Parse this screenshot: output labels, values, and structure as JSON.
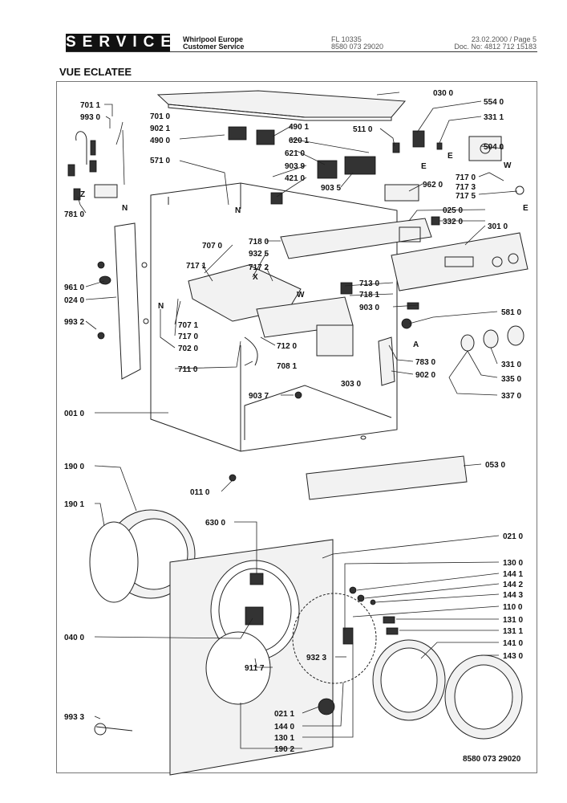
{
  "header": {
    "service": "SERVICE",
    "company_line1": "Whirlpool Europe",
    "company_line2": "Customer Service",
    "model": "FL 10335",
    "model_code": "8580 073 29020",
    "date_page": "23.02.2000 / Page 5",
    "doc_no": "Doc. No: 4812 712 15183"
  },
  "title": "VUE ECLATEE",
  "footer_doc": "8580 073 29020",
  "labels": [
    {
      "id": "701-1",
      "text": "701  1"
    },
    {
      "id": "993-0",
      "text": "993  0"
    },
    {
      "id": "701-0",
      "text": "701  0"
    },
    {
      "id": "902-1",
      "text": "902  1"
    },
    {
      "id": "490-0",
      "text": "490  0"
    },
    {
      "id": "490-1",
      "text": "490  1"
    },
    {
      "id": "620-1",
      "text": "620  1"
    },
    {
      "id": "621-0",
      "text": "621  0"
    },
    {
      "id": "571-0",
      "text": "571  0"
    },
    {
      "id": "903-9",
      "text": "903  9"
    },
    {
      "id": "421-0",
      "text": "421  0"
    },
    {
      "id": "903-5",
      "text": "903  5"
    },
    {
      "id": "030-0",
      "text": "030  0"
    },
    {
      "id": "554-0",
      "text": "554  0"
    },
    {
      "id": "511-0",
      "text": "511  0"
    },
    {
      "id": "331-1",
      "text": "331  1"
    },
    {
      "id": "504-0",
      "text": "504  0"
    },
    {
      "id": "717-0a",
      "text": "717  0"
    },
    {
      "id": "717-3",
      "text": "717  3"
    },
    {
      "id": "717-5",
      "text": "717  5"
    },
    {
      "id": "962-0",
      "text": "962  0"
    },
    {
      "id": "025-0",
      "text": "025  0"
    },
    {
      "id": "332-0",
      "text": "332  0"
    },
    {
      "id": "301-0",
      "text": "301  0"
    },
    {
      "id": "781-0",
      "text": "781  0"
    },
    {
      "id": "707-0",
      "text": "707  0"
    },
    {
      "id": "718-0",
      "text": "718  0"
    },
    {
      "id": "932-5",
      "text": "932  5"
    },
    {
      "id": "717-1",
      "text": "717  1"
    },
    {
      "id": "717-2",
      "text": "717  2"
    },
    {
      "id": "713-0",
      "text": "713  0"
    },
    {
      "id": "718-1",
      "text": "718  1"
    },
    {
      "id": "903-0",
      "text": "903  0"
    },
    {
      "id": "961-0",
      "text": "961  0"
    },
    {
      "id": "024-0",
      "text": "024  0"
    },
    {
      "id": "993-2",
      "text": "993  2"
    },
    {
      "id": "707-1",
      "text": "707  1"
    },
    {
      "id": "717-0b",
      "text": "717  0"
    },
    {
      "id": "702-0",
      "text": "702  0"
    },
    {
      "id": "712-0",
      "text": "712  0"
    },
    {
      "id": "581-0",
      "text": "581  0"
    },
    {
      "id": "783-0",
      "text": "783  0"
    },
    {
      "id": "902-0",
      "text": "902  0"
    },
    {
      "id": "711-0",
      "text": "711  0"
    },
    {
      "id": "708-1",
      "text": "708  1"
    },
    {
      "id": "303-0",
      "text": "303  0"
    },
    {
      "id": "331-0",
      "text": "331  0"
    },
    {
      "id": "335-0",
      "text": "335  0"
    },
    {
      "id": "337-0",
      "text": "337  0"
    },
    {
      "id": "903-7",
      "text": "903  7"
    },
    {
      "id": "001-0",
      "text": "001  0"
    },
    {
      "id": "053-0",
      "text": "053  0"
    },
    {
      "id": "190-0",
      "text": "190  0"
    },
    {
      "id": "011-0",
      "text": "011  0"
    },
    {
      "id": "190-1",
      "text": "190  1"
    },
    {
      "id": "630-0",
      "text": "630  0"
    },
    {
      "id": "021-0",
      "text": "021  0"
    },
    {
      "id": "130-0",
      "text": "130  0"
    },
    {
      "id": "144-1",
      "text": "144  1"
    },
    {
      "id": "144-2",
      "text": "144  2"
    },
    {
      "id": "144-3",
      "text": "144  3"
    },
    {
      "id": "110-0",
      "text": "110  0"
    },
    {
      "id": "131-0",
      "text": "131  0"
    },
    {
      "id": "131-1",
      "text": "131  1"
    },
    {
      "id": "141-0",
      "text": "141  0"
    },
    {
      "id": "143-0",
      "text": "143  0"
    },
    {
      "id": "040-0",
      "text": "040  0"
    },
    {
      "id": "932-3",
      "text": "932  3"
    },
    {
      "id": "911-7",
      "text": "911  7"
    },
    {
      "id": "993-3",
      "text": "993  3"
    },
    {
      "id": "021-1",
      "text": "021  1"
    },
    {
      "id": "144-0",
      "text": "144  0"
    },
    {
      "id": "130-1",
      "text": "130  1"
    },
    {
      "id": "190-2",
      "text": "190  2"
    }
  ],
  "letters": [
    {
      "id": "Z",
      "text": "Z"
    },
    {
      "id": "N1",
      "text": "N"
    },
    {
      "id": "N2",
      "text": "N"
    },
    {
      "id": "E1",
      "text": "E"
    },
    {
      "id": "E2",
      "text": "E"
    },
    {
      "id": "E3",
      "text": "E"
    },
    {
      "id": "W1",
      "text": "W"
    },
    {
      "id": "W2",
      "text": "W"
    },
    {
      "id": "X",
      "text": "X"
    },
    {
      "id": "N3",
      "text": "N"
    },
    {
      "id": "A",
      "text": "A"
    }
  ]
}
